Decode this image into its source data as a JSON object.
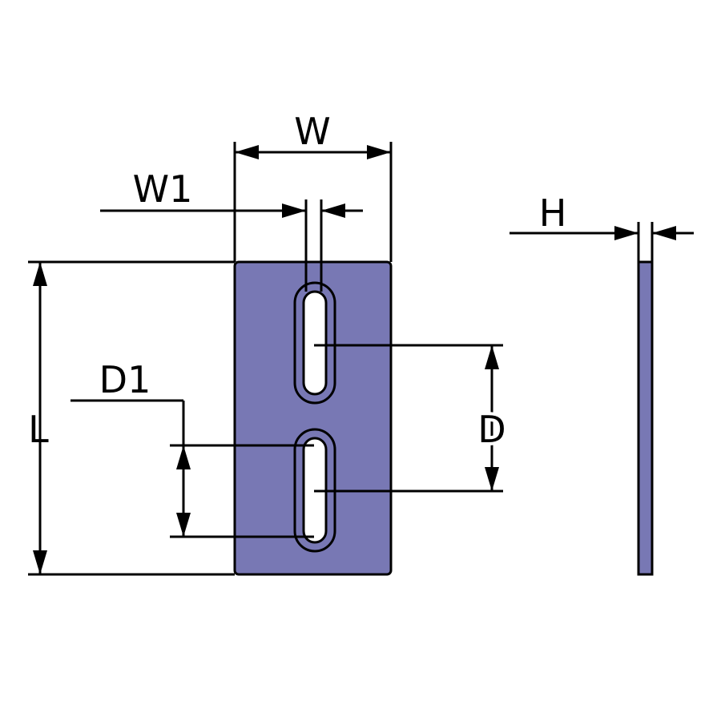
{
  "labels": {
    "width": "W",
    "slot_width": "W1",
    "height": "H",
    "length": "L",
    "slot_length": "D1",
    "slot_pitch": "D"
  },
  "colors": {
    "plate_fill": "#7878b4",
    "line": "#000000",
    "background": "#ffffff"
  }
}
